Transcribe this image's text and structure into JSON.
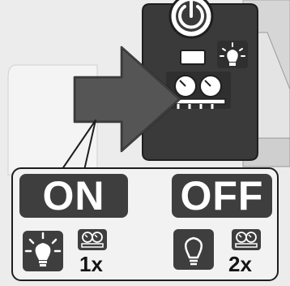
{
  "legend": {
    "on": {
      "label": "ON",
      "multiplier": "1x",
      "light": "on"
    },
    "off": {
      "label": "OFF",
      "multiplier": "2x",
      "light": "off"
    }
  },
  "icons": {
    "power": "power-icon",
    "indicator": "lightbulb-icon",
    "gauge": "manifold-gauge-icon",
    "arrow": "arrow-right-icon"
  },
  "colors": {
    "panel": "#3a3a3a",
    "tile": "#3e3e3e",
    "outline": "#1e1e1e",
    "arrow": "#555555",
    "background": "#ececec"
  }
}
